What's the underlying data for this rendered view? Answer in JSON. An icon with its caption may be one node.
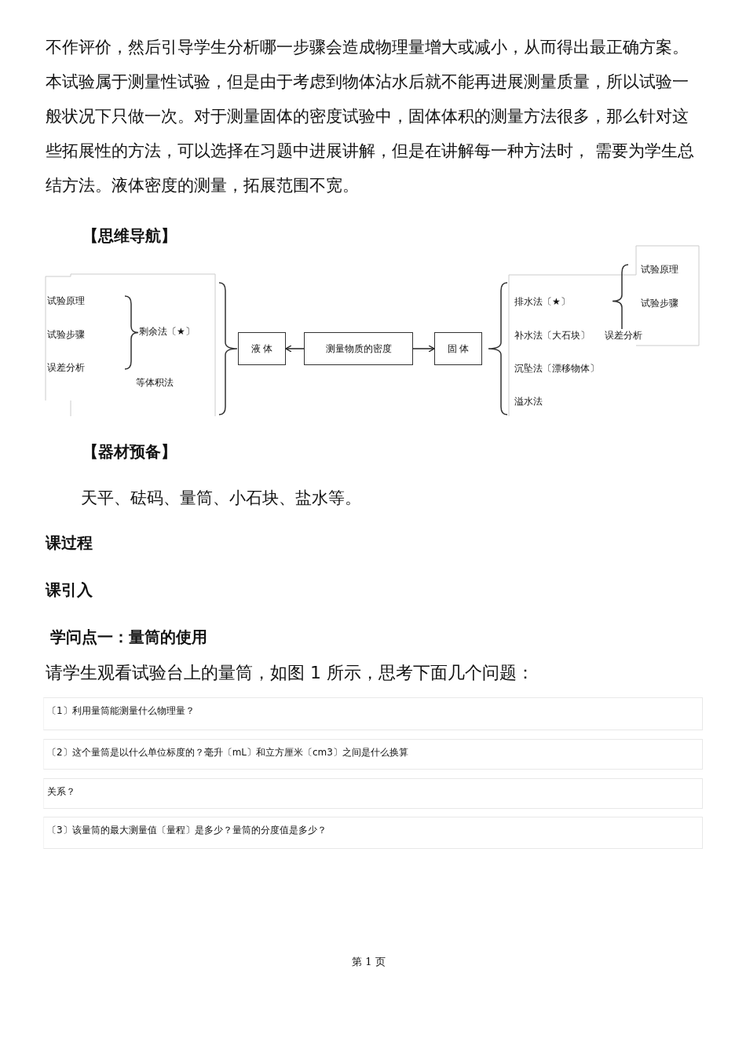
{
  "diagram": {
    "nodes": [
      {
        "text": [
          "液 体"
        ]
      },
      {
        "text": [
          "测量物质的密度"
        ]
      },
      {
        "text": [
          "固 体"
        ]
      }
    ],
    "edges": [
      {
        "from": 1,
        "to": 0,
        "arrow": "to"
      },
      {
        "from": 1,
        "to": 2,
        "arrow": "to"
      }
    ],
    "labels": [
      "不作评价，然后引导学生分析哪一步骤会造成物理量增大或减小，从而得出最正确方案。本试验属于测量性试验，但是由于考虑到物体沾水后就不能再进展测量质量，所以试验一般状况下只做一次。对于测量固体的密度试验中，固体体积的测量方法很多，那么针对这些拓展性的方法，可以选择在习题中进展讲解，但是在讲解每一种方法时，  需要为学生总结方法。液体密度的测量，拓展范围不宽。",
      "【思维导航】",
      "试验原理",
      "试验步骤",
      "误差分析",
      "剩余法〔★〕",
      "等体积法",
      "排水法〔★〕",
      "补水法〔大石块〕",
      "误差分析",
      "沉坠法〔漂移物体〕",
      "溢水法",
      "试验原理",
      "试验步骤",
      "【器材预备】",
      "天平、砝码、量筒、小石块、盐水等。",
      "课过程",
      "课引入",
      "学问点一：量筒的使用",
      "请学生观看试验台上的量筒，如图 1 所示，思考下面几个问题：",
      "〔1〕利用量筒能测量什么物理量？",
      "〔2〕这个量筒是以什么单位标度的？毫升〔mL〕和立方厘米〔cm3〕之间是什么换算",
      "关系？",
      "〔3〕该量筒的最大测量值〔量程〕是多少？量筒的分度值是多少？",
      "第 1 页"
    ]
  }
}
